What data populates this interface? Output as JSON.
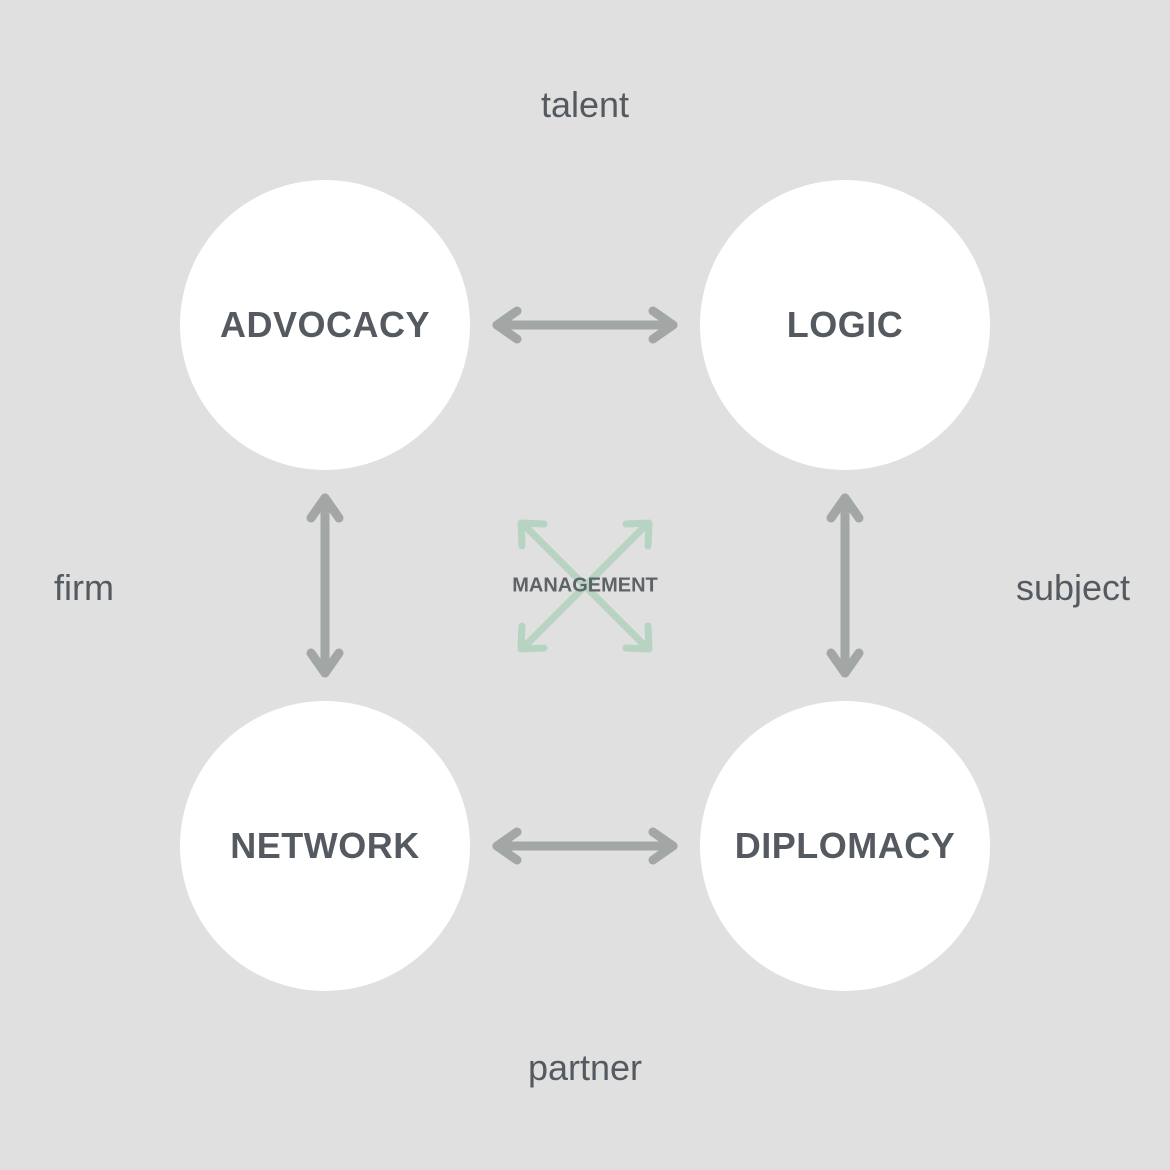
{
  "nodes": {
    "top_left": "ADVOCACY",
    "top_right": "LOGIC",
    "bottom_left": "NETWORK",
    "bottom_right": "DIPLOMACY"
  },
  "center": "MANAGEMENT",
  "sides": {
    "top": "talent",
    "left": "firm",
    "right": "subject",
    "bottom": "partner"
  },
  "colors": {
    "background": "#e0e0e0",
    "circle": "#ffffff",
    "text": "#545a60",
    "arrow": "#a2a6a5",
    "center_arrow": "#b7d4c3"
  }
}
